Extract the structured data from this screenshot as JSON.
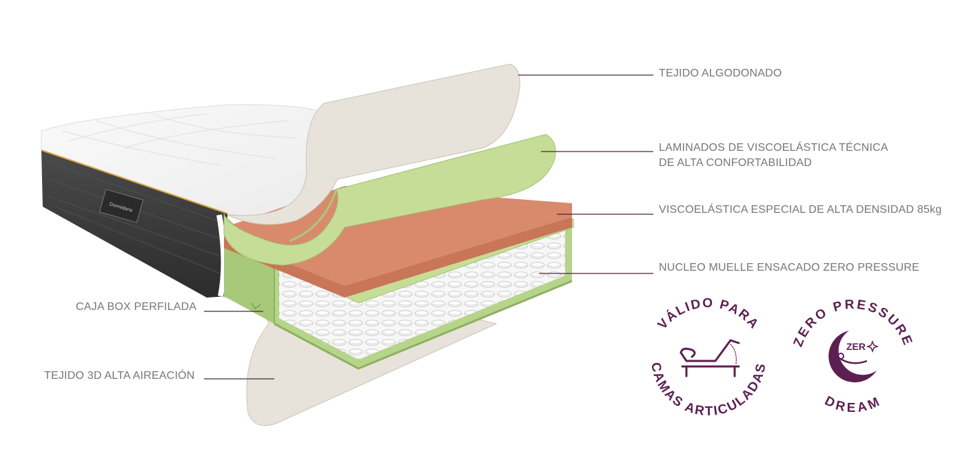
{
  "labels": {
    "tejido_algodonado": "TEJIDO ALGODONADO",
    "laminados_line1": "LAMINADOS DE VISCOELÁSTICA TÉCNICA",
    "laminados_line2": "DE ALTA CONFORTABILIDAD",
    "viscoelastica": "VISCOELÁSTICA  ESPECIAL DE ALTA DENSIDAD 85kg",
    "nucleo": "NUCLEO MUELLE ENSACADO ZERO PRESSURE",
    "caja_box": "CAJA BOX PERFILADA",
    "tejido_3d": "TEJIDO 3D ALTA AIREACIÓN"
  },
  "badges": {
    "articuladas": {
      "top_text": "VÁLIDO PARA",
      "bottom_text": "CAMAS ARTICULADAS"
    },
    "zero": {
      "top_text": "ZERO PRESSURE",
      "bottom_text": "DREAM",
      "center_text": "ZER"
    }
  },
  "brand_tag": "Dormidaria",
  "colors": {
    "label_text": "#7b7378",
    "leader_line": "#4a2540",
    "seal_purple": "#5b1f52",
    "fabric": "#e8e3da",
    "green_light": "#c6dd97",
    "green_mid": "#a8c97a",
    "coral": "#d98a6c",
    "spring": "#ffffff",
    "mattress_side": "#3a3a3a"
  }
}
